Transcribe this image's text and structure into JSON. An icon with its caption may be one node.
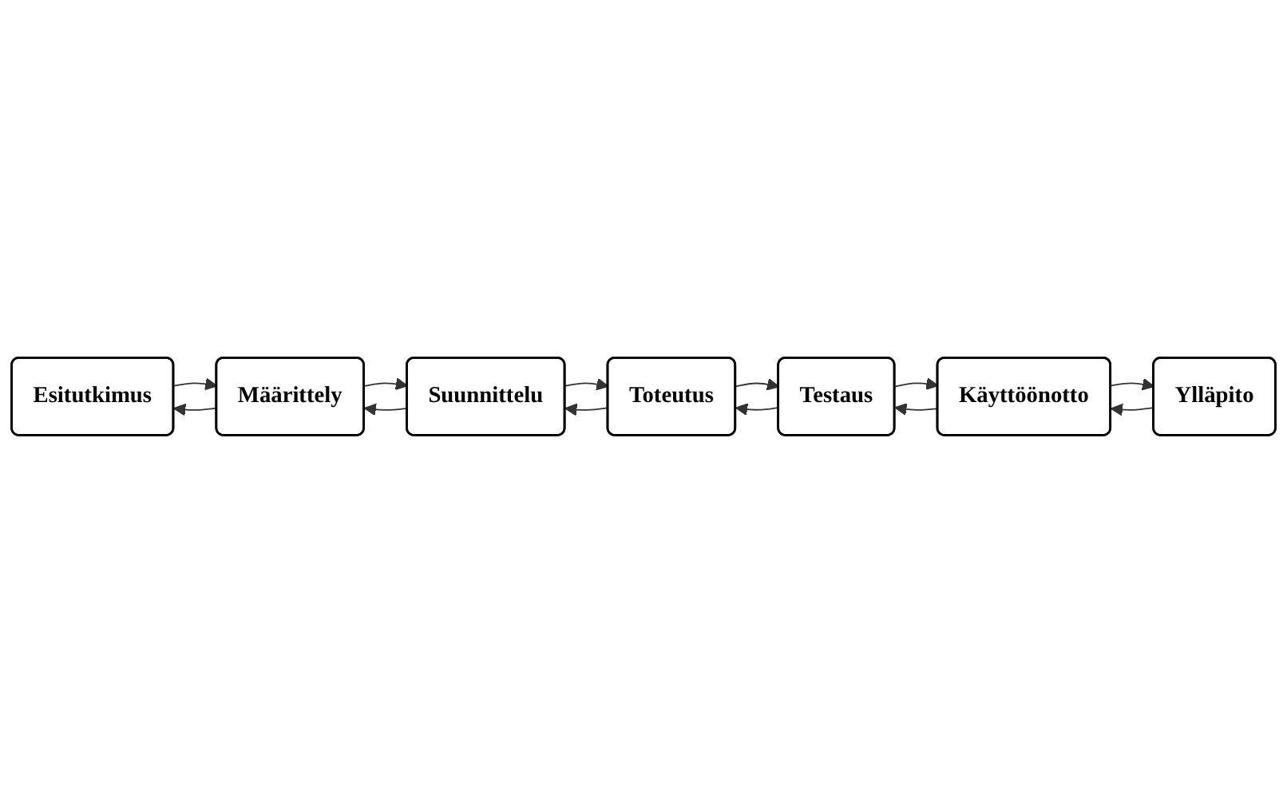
{
  "diagram": {
    "nodes": [
      {
        "text": [
          "Esitutkimus"
        ]
      },
      {
        "text": [
          "Määrittely"
        ]
      },
      {
        "text": [
          "Suunnittelu"
        ]
      },
      {
        "text": [
          "Toteutus"
        ]
      },
      {
        "text": [
          "Testaus"
        ]
      },
      {
        "text": [
          "Käyttöönotto"
        ]
      },
      {
        "text": [
          "Ylläpito"
        ]
      }
    ],
    "edges": [
      {
        "from": 0,
        "to": 1,
        "arrow": "to"
      },
      {
        "from": 1,
        "to": 0,
        "arrow": "to"
      },
      {
        "from": 1,
        "to": 2,
        "arrow": "to"
      },
      {
        "from": 2,
        "to": 1,
        "arrow": "to"
      },
      {
        "from": 2,
        "to": 3,
        "arrow": "to"
      },
      {
        "from": 3,
        "to": 2,
        "arrow": "to"
      },
      {
        "from": 3,
        "to": 4,
        "arrow": "to"
      },
      {
        "from": 4,
        "to": 3,
        "arrow": "to"
      },
      {
        "from": 4,
        "to": 5,
        "arrow": "to"
      },
      {
        "from": 5,
        "to": 4,
        "arrow": "to"
      },
      {
        "from": 5,
        "to": 6,
        "arrow": "to"
      },
      {
        "from": 6,
        "to": 5,
        "arrow": "to"
      }
    ]
  }
}
